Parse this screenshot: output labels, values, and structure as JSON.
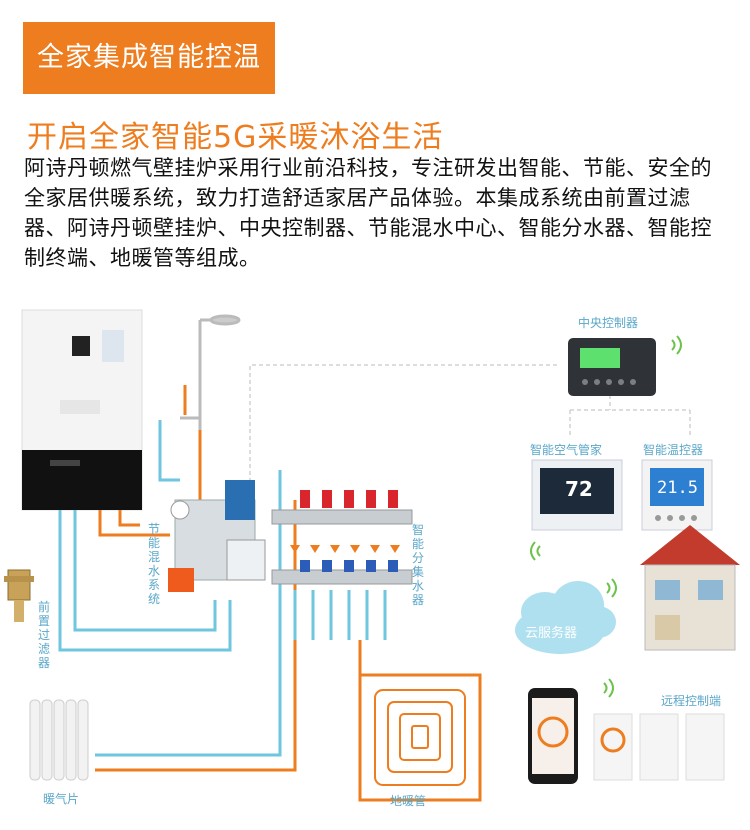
{
  "header": {
    "badge": "全家集成智能控温",
    "subtitle": "开启全家智能5G采暖沐浴生活",
    "description": "阿诗丹顿燃气壁挂炉采用行业前沿科技，专注研发出智能、节能、安全的全家居供暖系统，致力打造舒适家居产品体验。本集成系统由前置过滤器、阿诗丹顿壁挂炉、中央控制器、节能混水中心、智能分水器、智能控制终端、地暖管等组成。"
  },
  "diagram": {
    "labels": {
      "central_controller": "中央控制器",
      "air_manager": "智能空气管家",
      "thermostat": "智能温控器",
      "cloud": "云服务器",
      "remote": "远程控制端",
      "pre_filter": "前置过滤器",
      "mixing": "节能混水系统",
      "manifold": "智能分集水器",
      "radiator": "暖气片",
      "floor_pipe": "地暖管"
    },
    "displays": {
      "air_value": "72",
      "thermo_value": "21.5"
    },
    "colors": {
      "orange": "#ee7d1f",
      "pipe_blue": "#6ec6df",
      "label_blue": "#5aa7c9",
      "green": "#6cc24a"
    }
  }
}
